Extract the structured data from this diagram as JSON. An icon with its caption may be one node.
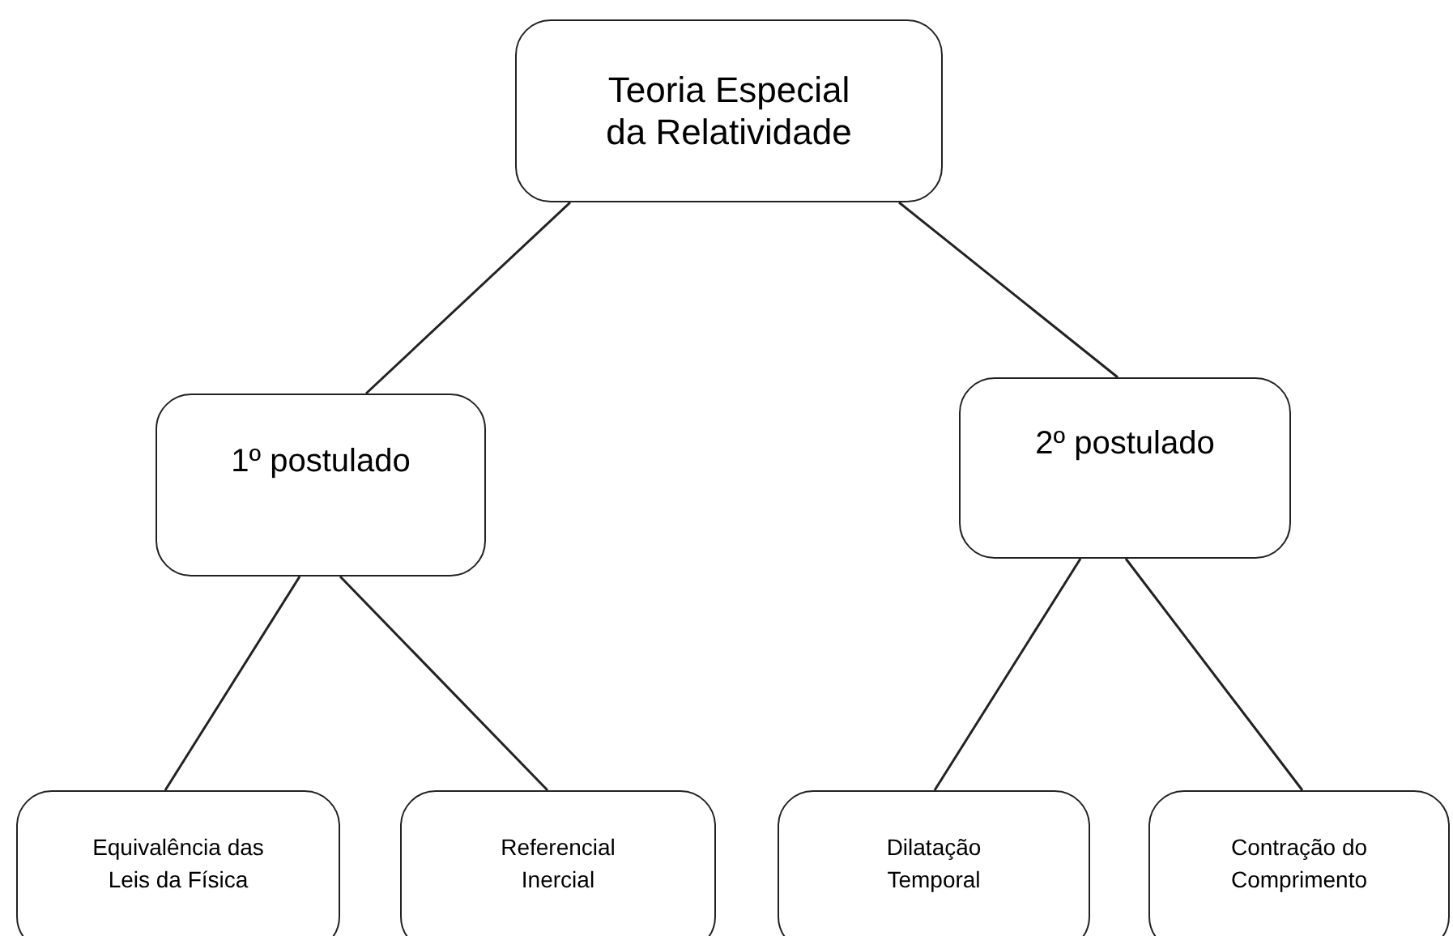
{
  "diagram": {
    "nodes": [
      {
        "text": [
          "Teoria Especial da Relatividade"
        ]
      },
      {
        "text": [
          "1º postulado"
        ]
      },
      {
        "text": [
          "2º postulado"
        ]
      },
      {
        "text": [
          "Equivalência das Leis da Física"
        ]
      },
      {
        "text": [
          "Referencial Inercial"
        ]
      },
      {
        "text": [
          "Dilatação Temporal"
        ]
      },
      {
        "text": [
          "Contração do Comprimento"
        ]
      }
    ],
    "edges": [
      {
        "from": 0,
        "to": 1,
        "arrow": "none"
      },
      {
        "from": 0,
        "to": 2,
        "arrow": "none"
      },
      {
        "from": 1,
        "to": 3,
        "arrow": "none"
      },
      {
        "from": 1,
        "to": 4,
        "arrow": "none"
      },
      {
        "from": 2,
        "to": 5,
        "arrow": "none"
      },
      {
        "from": 2,
        "to": 6,
        "arrow": "none"
      }
    ]
  }
}
